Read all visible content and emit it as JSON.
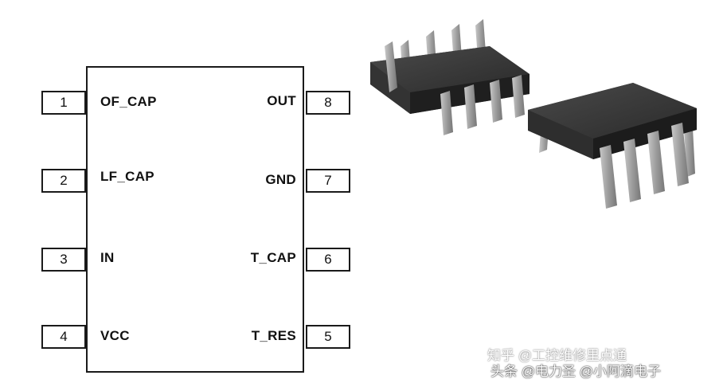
{
  "pins_left": [
    {
      "number": "1",
      "label": "OF_CAP"
    },
    {
      "number": "2",
      "label": "LF_CAP"
    },
    {
      "number": "3",
      "label": "IN"
    },
    {
      "number": "4",
      "label": "VCC"
    }
  ],
  "pins_right": [
    {
      "number": "8",
      "label": "OUT"
    },
    {
      "number": "7",
      "label": "GND"
    },
    {
      "number": "6",
      "label": "T_CAP"
    },
    {
      "number": "5",
      "label": "T_RES"
    }
  ],
  "watermarks": {
    "top": "知乎 @工控维修里点通",
    "bottom": "头条 @电力圣 @小阿滴电子"
  },
  "colors": {
    "chip_body": "#2b2b2b",
    "chip_leg": "#9a9a9a",
    "outline": "#1a1a1a"
  }
}
